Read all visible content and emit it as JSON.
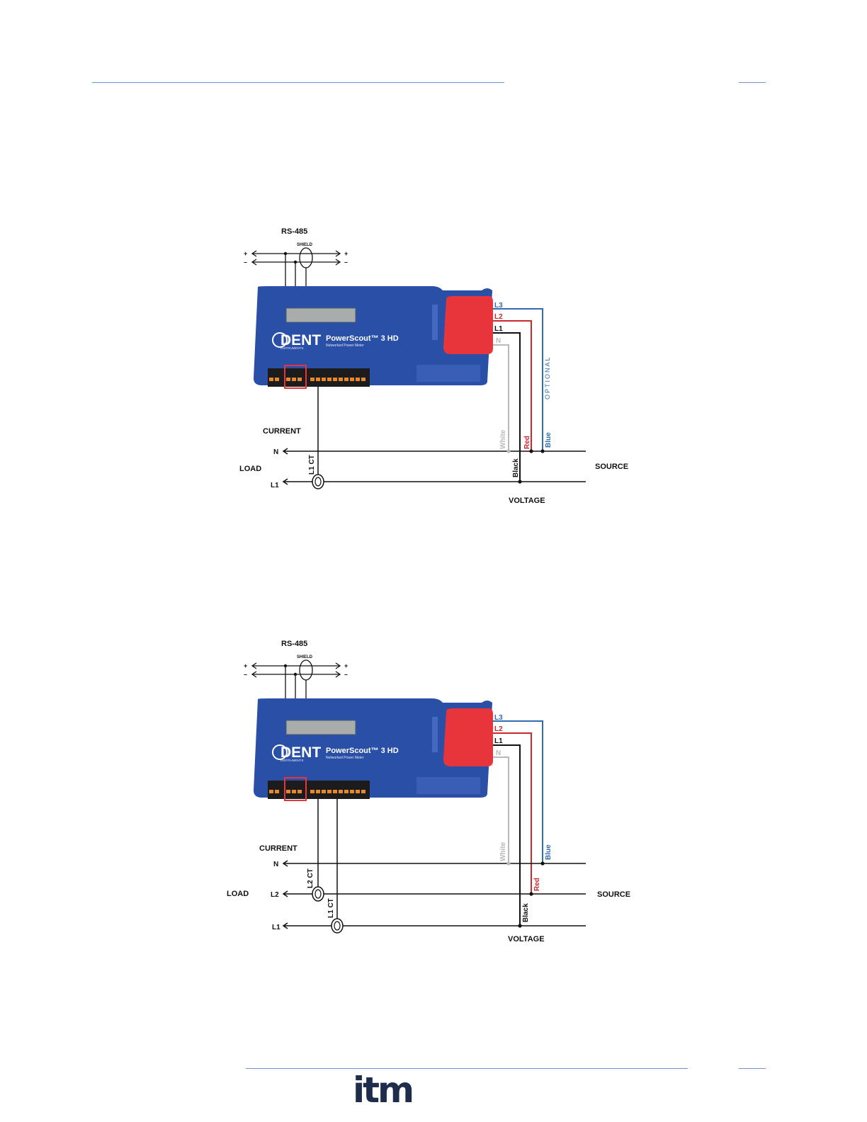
{
  "diagrams": [
    {
      "rs485": "RS-485",
      "shield": "SHIELD",
      "plus": "+",
      "minus": "–",
      "brand": "DENT",
      "brand_sub": "INSTRUMENTS",
      "product": "PowerScout™ 3 HD",
      "product_sub": "Networked Power Meter",
      "terminal_l3": "L3",
      "terminal_l2": "L2",
      "terminal_l1": "L1",
      "terminal_n": "N",
      "optional": "OPTIONAL",
      "current": "CURRENT",
      "load": "LOAD",
      "source": "SOURCE",
      "voltage": "VOLTAGE",
      "line_n": "N",
      "line_l1": "L1",
      "ct_l1": "L1 CT",
      "wire_white": "White",
      "wire_red": "Red",
      "wire_blue": "Blue",
      "wire_black": "Black"
    },
    {
      "rs485": "RS-485",
      "shield": "SHIELD",
      "plus": "+",
      "minus": "–",
      "brand": "DENT",
      "brand_sub": "INSTRUMENTS",
      "product": "PowerScout™ 3 HD",
      "product_sub": "Networked Power Meter",
      "terminal_l3": "L3",
      "terminal_l2": "L2",
      "terminal_l1": "L1",
      "terminal_n": "N",
      "current": "CURRENT",
      "load": "LOAD",
      "source": "SOURCE",
      "voltage": "VOLTAGE",
      "line_n": "N",
      "line_l2": "L2",
      "line_l1": "L1",
      "ct_l2": "L2 CT",
      "ct_l1": "L1 CT",
      "wire_white": "White",
      "wire_red": "Red",
      "wire_blue": "Blue",
      "wire_black": "Black"
    }
  ],
  "footer": {
    "logo": "itm"
  },
  "colors": {
    "meter_blue": "#2a4fa6",
    "terminal_red": "#e8353b",
    "wire_red": "#c8282e",
    "wire_blue": "#2f6db0",
    "wire_white": "#b9b9b9",
    "rule_blue": "#6f8fc7"
  }
}
